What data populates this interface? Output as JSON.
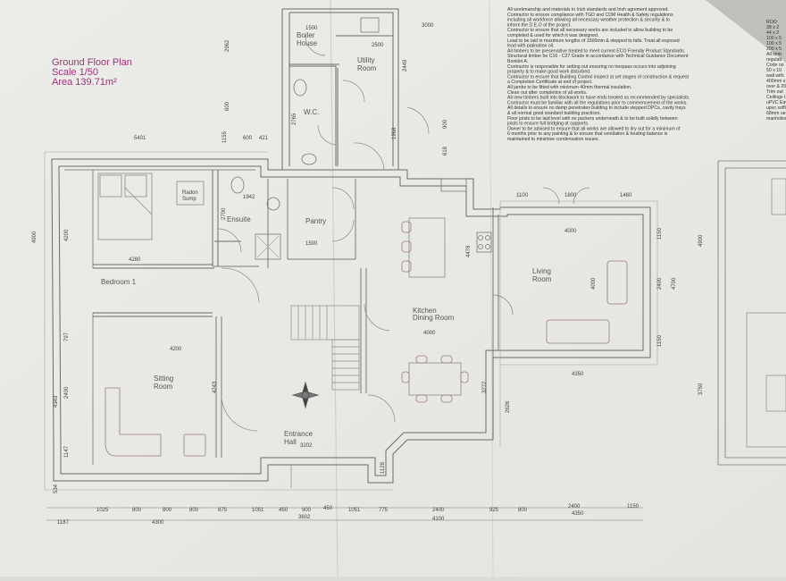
{
  "plan": {
    "title_lines": [
      "Ground Floor Plan",
      "Scale 1/50",
      "Area 139.71m²"
    ]
  },
  "rooms": {
    "boiler": [
      "Boiler",
      "House"
    ],
    "utility": [
      "Utility",
      "Room"
    ],
    "wc": "W.C.",
    "bedroom": "Bedroom 1",
    "ensuite": "Ensuite",
    "pantry": "Pantry",
    "kitchen": [
      "Kitchen",
      "Dining Room"
    ],
    "living": [
      "Living",
      "Room"
    ],
    "sitting": [
      "Sitting",
      "Room"
    ],
    "hall": [
      "Entrance",
      "Hall"
    ],
    "radon": [
      "Radon",
      "Sump"
    ]
  },
  "dims": {
    "top": [
      "1500",
      "2500",
      "3000",
      "5401",
      "600",
      "421",
      "1155",
      "2962",
      "2449",
      "1968",
      "2765",
      "600",
      "900",
      "618"
    ],
    "bedroom": [
      "1942",
      "2700",
      "1500",
      "4280",
      "4200",
      "4900"
    ],
    "living": [
      "1100",
      "1800",
      "1460",
      "4000",
      "4478",
      "4000",
      "2400",
      "4700",
      "1150",
      "1150",
      "4350",
      "2626"
    ],
    "sitting": [
      "4200",
      "4243",
      "797",
      "2400",
      "4343",
      "1147",
      "534"
    ],
    "kitchen": [
      "4000",
      "3272"
    ],
    "hall": [
      "3202",
      "1128"
    ],
    "bottom1": [
      "1025",
      "800",
      "800",
      "800",
      "875",
      "1051",
      "450",
      "900",
      "450",
      "1051",
      "775",
      "2400",
      "925",
      "800",
      "2400",
      "1150"
    ],
    "bottom2": [
      "1187",
      "4300",
      "3602",
      "4100",
      "4350"
    ],
    "right": [
      "4900",
      "3750"
    ]
  },
  "notes": [
    "All workmanship and materials to Irish standards and Irish agrement approved.",
    "Contractor to ensure compliance with TGD and CDM Health & Safety regulations",
    "including all workforce allowing all necessary weather protection & security & to",
    "inform the D.E.O of the project.",
    "Contractor to ensure that all necessary works are included to allow building to be",
    "completed & used for which it was designed.",
    "Lead to be laid in maximum lengths of 1500mm & stepped to falls. Treat all exposed",
    "lead with patination oil.",
    "All timbers to be preservative treated to meet current ECO Friendly Product Standards.",
    "Structural timber be C16 - C27 Grade in accordance with Technical Guidance Document",
    "Booklet A.",
    "Contractor is responsible for setting out ensuring no trespass occurs into adjoining",
    "property & to make good work disturbed.",
    "Contractor to ensure that Building Control inspect at set stages of construction & request",
    "a Completion Certificate at end of project.",
    "All jambs to be fitted with minimum 40mm thermal insulation.",
    "Clean out after completion of all works.",
    "All new timbers built into blockwork to have ends treated as recommended by specialists.",
    "Contractor must be familiar with all the regulations prior to commencement of the works.",
    "All details to ensure no damp penetrates building to include stepped DPCs, cavity trays",
    "& all normal good standard building practices.",
    "Floor joists to be laid level with no packers underneath & to be built solidly between",
    "joists to ensure full bridging at supports.",
    "Owner to be advised to ensure that all works are allowed to dry out for a minimum of",
    "6 months prior to any painting & to ensure that ventilation & heating balance is",
    "maintained to minimise condensation issues."
  ],
  "notes_partial": [
    "ROO",
    "38 x 2",
    "44 x 2",
    "100 x 5",
    "100 x 5",
    "200 x 5",
    "All timb",
    "regulati",
    "Code no",
    "50 x 10",
    "wall with",
    "400mm s",
    "over & 20",
    "Trim out",
    "Ceilings t",
    "uPVC Eave",
    "upvc soffi",
    "68mm ue",
    "manholes"
  ]
}
